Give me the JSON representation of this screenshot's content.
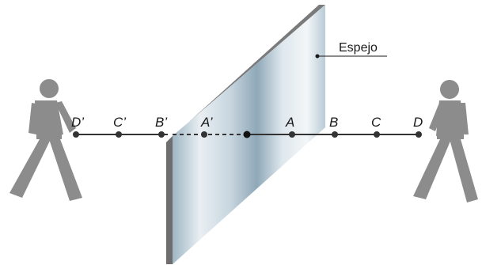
{
  "mirror_label": "Espejo",
  "point_labels": {
    "D_prime": "D’",
    "C_prime": "C’",
    "B_prime": "B’",
    "A_prime": "A’",
    "A": "A",
    "B": "B",
    "C": "C",
    "D": "D"
  },
  "colors": {
    "figure": "#8c8c8c",
    "line": "#333333",
    "mirror_edge": "#6e6e6e",
    "mirror_glass_light": "#e6edf2",
    "mirror_glass_dark": "#8aa3b3"
  }
}
